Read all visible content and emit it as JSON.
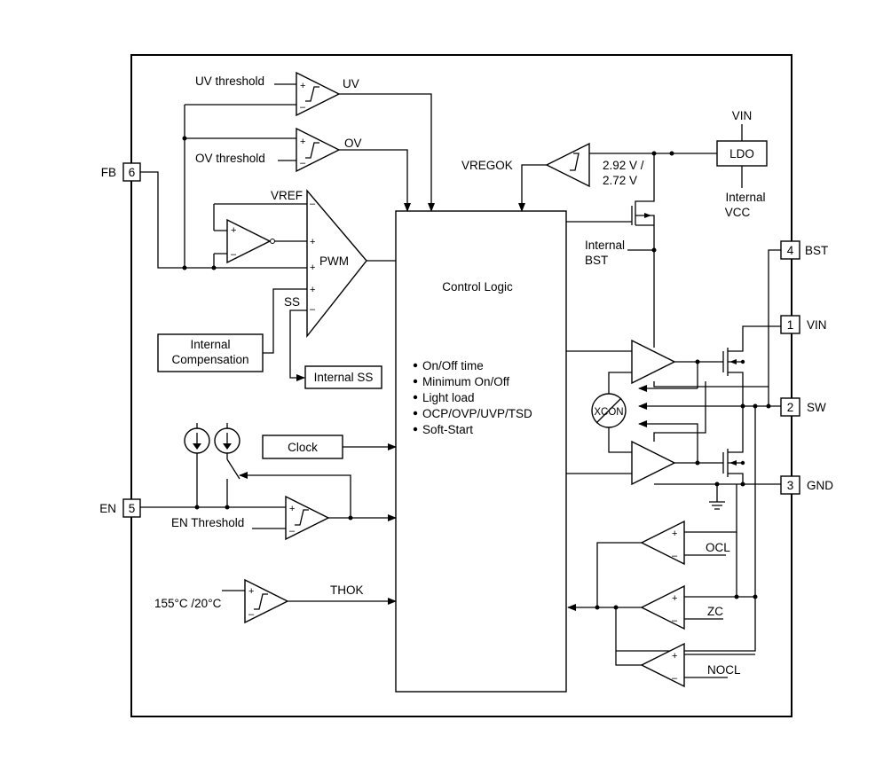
{
  "pins": {
    "fb": {
      "num": "6",
      "name": "FB"
    },
    "en": {
      "num": "5",
      "name": "EN"
    },
    "bst": {
      "num": "4",
      "name": "BST"
    },
    "vin": {
      "num": "1",
      "name": "VIN"
    },
    "sw": {
      "num": "2",
      "name": "SW"
    },
    "gnd": {
      "num": "3",
      "name": "GND"
    }
  },
  "labels": {
    "uv_threshold": "UV threshold",
    "uv": "UV",
    "ov_threshold": "OV threshold",
    "ov": "OV",
    "vref": "VREF",
    "pwm": "PWM",
    "ss": "SS",
    "internal_comp_line1": "Internal",
    "internal_comp_line2": "Compensation",
    "internal_ss": "Internal SS",
    "vregok": "VREGOK",
    "vreg_threshold_1": "2.92 V /",
    "vreg_threshold_2": "2.72 V",
    "ldo": "LDO",
    "ldo_vin": "VIN",
    "internal_vcc_1": "Internal",
    "internal_vcc_2": "VCC",
    "internal_bst_1": "Internal",
    "internal_bst_2": "BST",
    "control_logic": "Control Logic",
    "xcon": "XCON",
    "clock": "Clock",
    "en_threshold": "EN Threshold",
    "temp_threshold": "155°C /20°C",
    "thok": "THOK",
    "ocl": "OCL",
    "zc": "ZC",
    "nocl": "NOCL"
  },
  "control_features": [
    "On/Off time",
    "Minimum On/Off",
    "Light load",
    "OCP/OVP/UVP/TSD",
    "Soft-Start"
  ]
}
